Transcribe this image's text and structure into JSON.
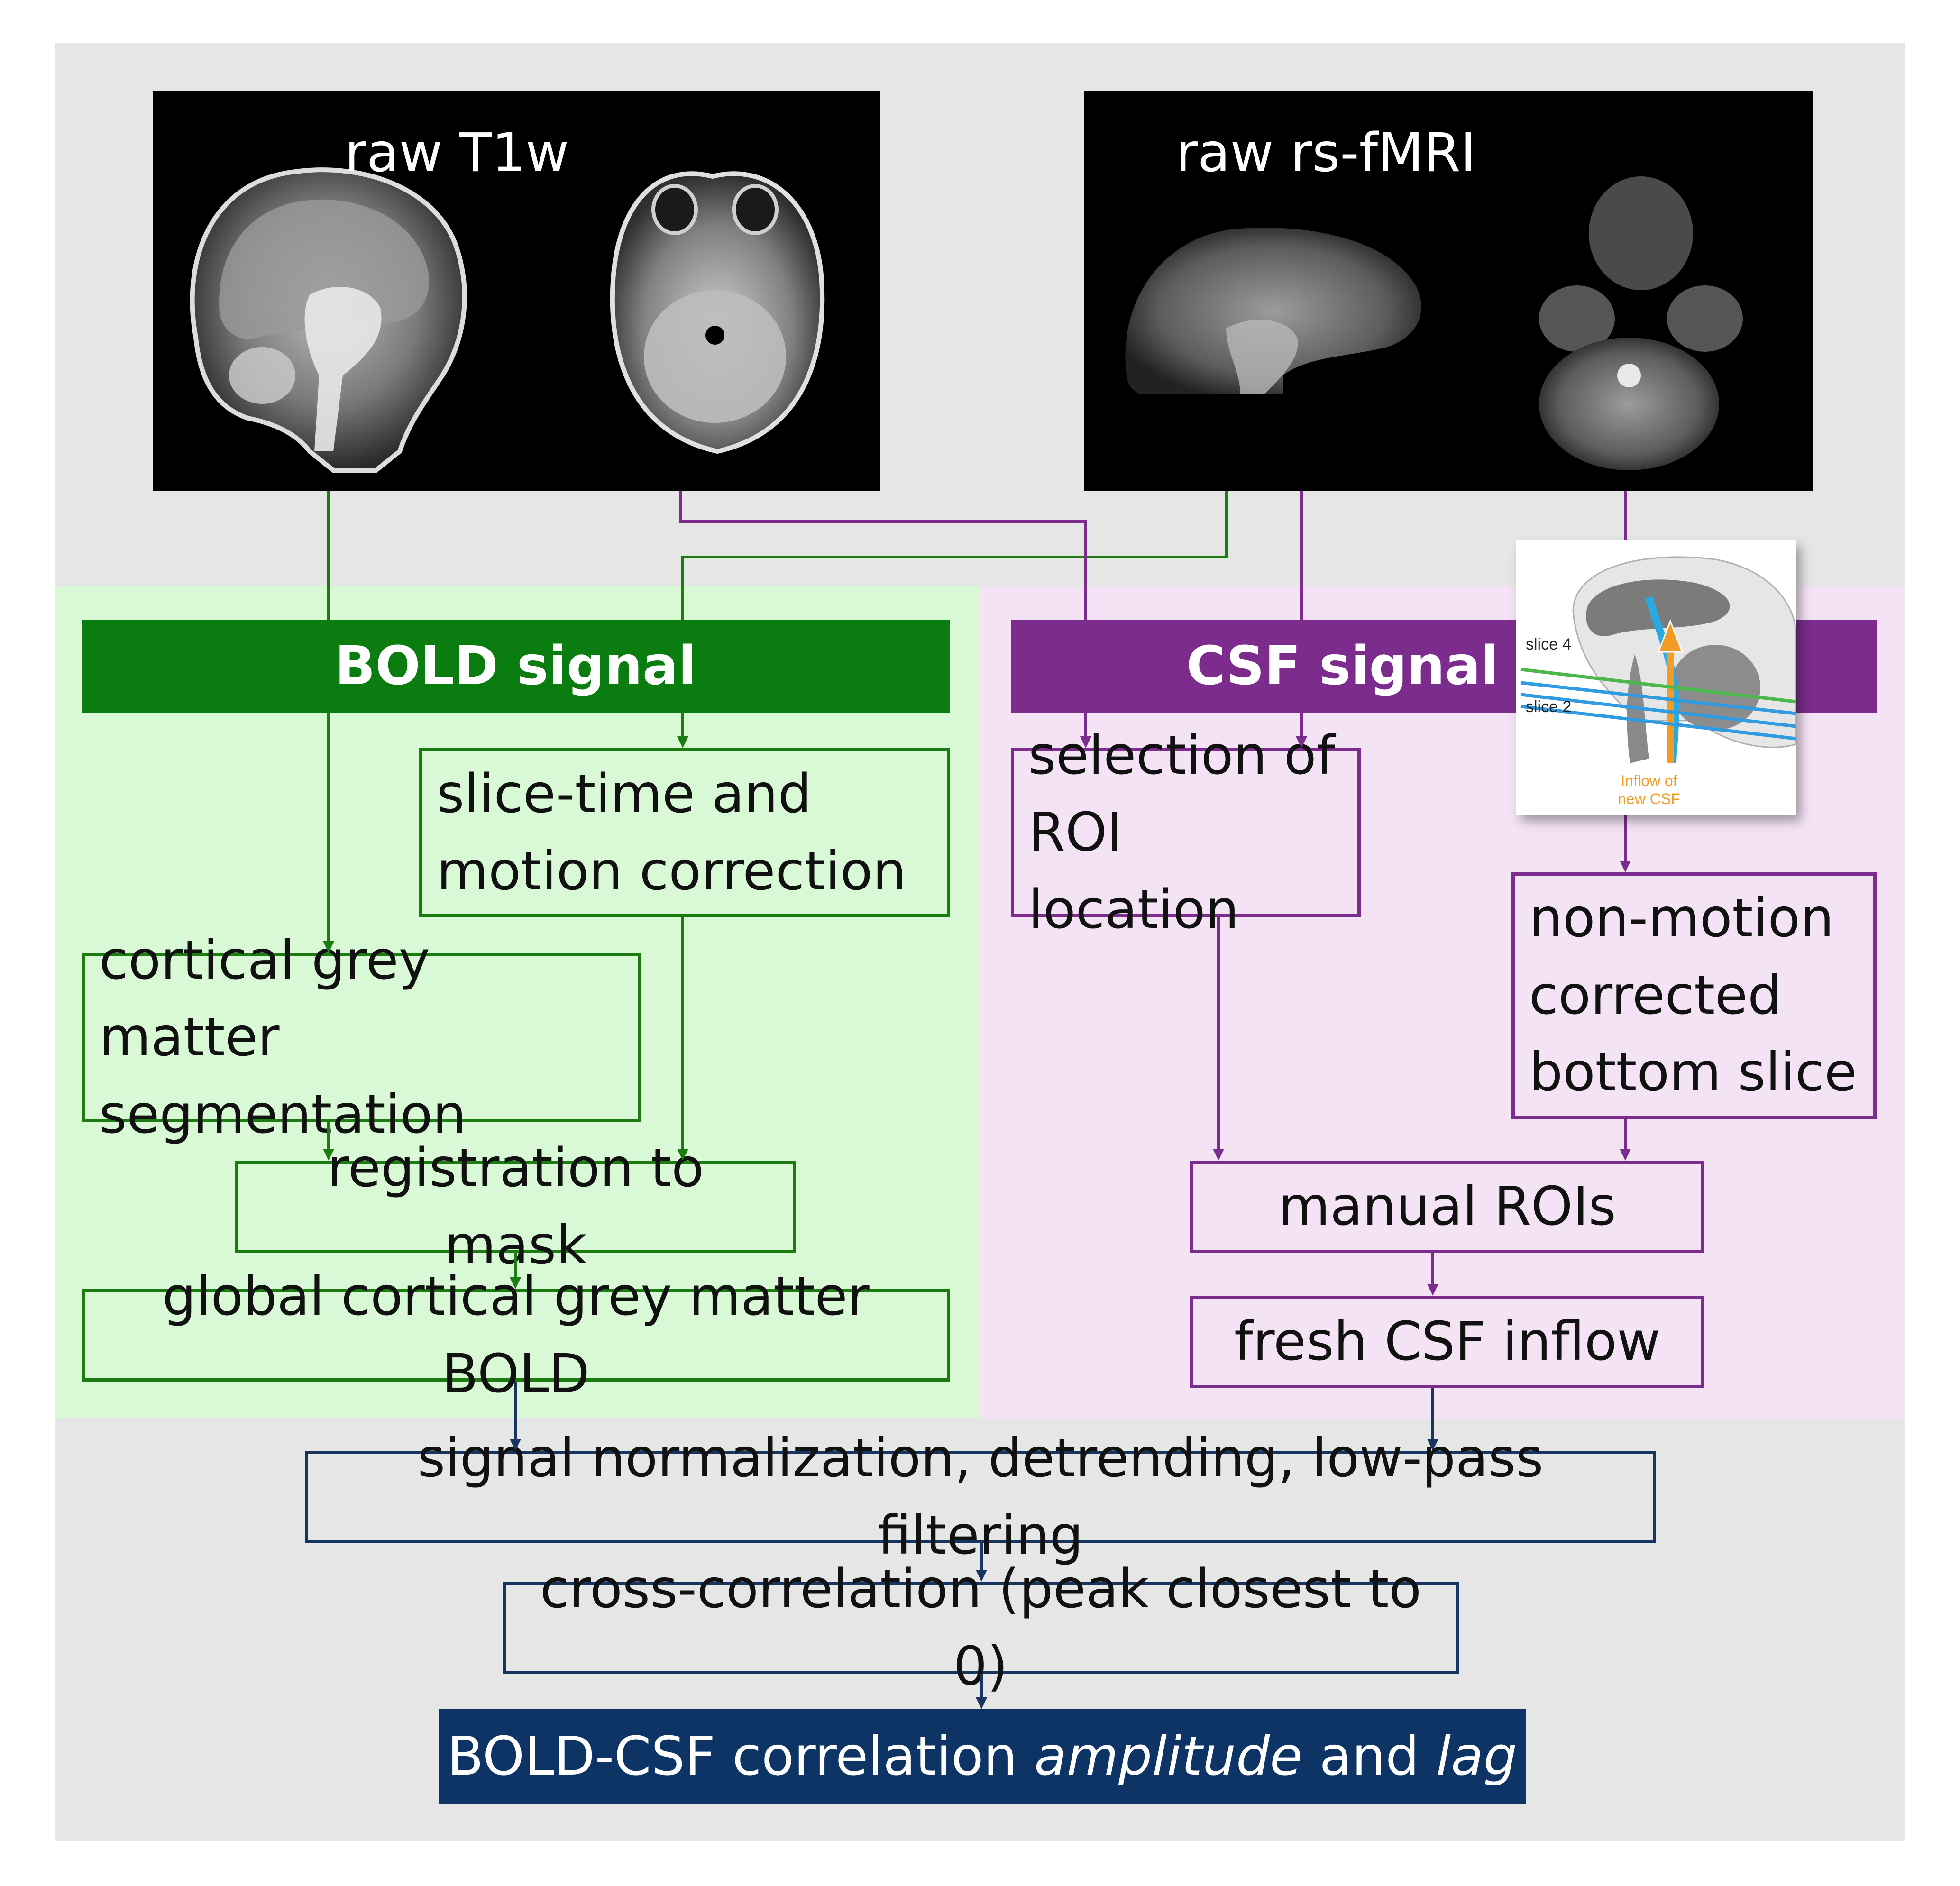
{
  "colors": {
    "gray_bg": "#e6e6e6",
    "green_bg": "#d9f9d6",
    "purple_bg": "#f3e3f5",
    "green": "#1c7c12",
    "purple": "#7b2c8c",
    "navy": "#17355f",
    "final_fill": "#0e3466"
  },
  "inputs": {
    "t1w_title": "raw T1w",
    "fmri_title": "raw rs-fMRI"
  },
  "bold_column": {
    "header": "BOLD signal",
    "slice_time": "slice-time and\nmotion correction",
    "segmentation": "cortical  grey  matter\nsegmentation",
    "registration": "registration to mask",
    "global": "global cortical grey matter BOLD"
  },
  "csf_column": {
    "header": "CSF signal",
    "roi_location": "selection of\nROI location",
    "non_motion": "non-motion\ncorrected\nbottom slice",
    "manual_rois": "manual ROIs",
    "fresh_inflow": "fresh CSF inflow"
  },
  "inset": {
    "slice4": "slice 4",
    "slice2": "slice 2",
    "inflow": "Inflow of\nnew CSF"
  },
  "shared": {
    "normalization": "signal normalization, detrending, low-pass filtering",
    "cross_correlation": "cross-correlation (peak closest to 0)",
    "result_prefix": "BOLD-CSF correlation ",
    "result_amp": "amplitude",
    "result_and": " and ",
    "result_lag": "lag"
  }
}
